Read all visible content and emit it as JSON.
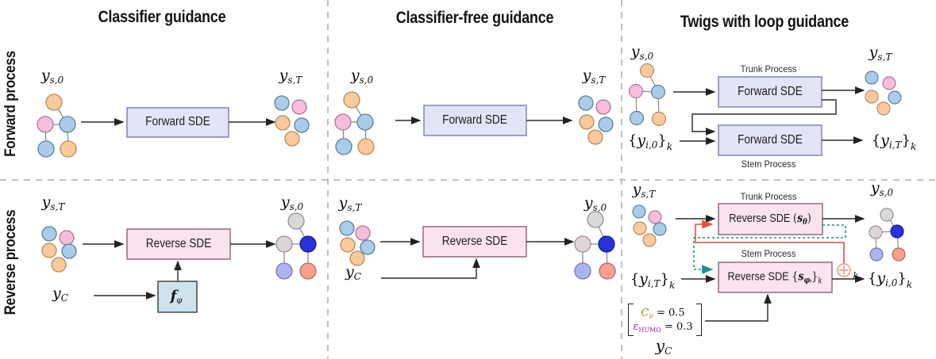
{
  "titles": {
    "col1": "Classifier guidance",
    "col2": "Classifier-free guidance",
    "col3": "Twigs with loop guidance"
  },
  "rows": {
    "forward": "Forward process",
    "reverse": "Reverse process"
  },
  "boxes": {
    "forward_sde": "Forward SDE",
    "reverse_sde": "Reverse SDE",
    "trunk_process": "Trunk Process",
    "stem_process": "Stem Process",
    "reverse_sde_theta": {
      "prefix": "Reverse SDE",
      "open": "(",
      "base": "s",
      "sub": "θ",
      "close": ")"
    },
    "reverse_sde_phi": {
      "prefix": "Reverse SDE",
      "open": "{",
      "base": "s",
      "sub": "φᵢ",
      "close": "}",
      "outer_sub": "k"
    },
    "f_phi": {
      "base": "f",
      "sub": "φ"
    }
  },
  "labels": {
    "y_s0": {
      "base": "y",
      "sub": "s,0"
    },
    "y_sT": {
      "base": "y",
      "sub": "s,T"
    },
    "y_C": {
      "base": "y",
      "sub": "C"
    },
    "set_y_i0": {
      "open": "{",
      "base": "y",
      "sub": "i,0",
      "close": "}",
      "outer_sub": "k"
    },
    "set_y_iT": {
      "open": "{",
      "base": "y",
      "sub": "i,T",
      "close": "}",
      "outer_sub": "k"
    }
  },
  "loop": {
    "plus_sub": "k"
  },
  "condition": {
    "var1": "C",
    "var1_sub": "ν",
    "val1": "= 0.5",
    "var2": "ε",
    "var2_sub": "HUMO",
    "val2": "= 0.3"
  },
  "colors": {
    "node_blue": "#A9CCEA",
    "node_pink": "#F8BCDC",
    "node_orange": "#FBCA9C",
    "node_gray": "#D9D9D9",
    "node_lightgray": "#DDD5DA",
    "node_darkblue": "#2733D9",
    "node_periwinkle": "#ABB4F0",
    "node_salmon": "#FA9E92",
    "box_forward": "#E4E4F9",
    "box_reverse": "#FBE3EF",
    "box_classifier": "#CEE1EE",
    "loop_red": "#E8513B",
    "plus_red": "#F0907F",
    "loop_teal": "#178F8F"
  }
}
